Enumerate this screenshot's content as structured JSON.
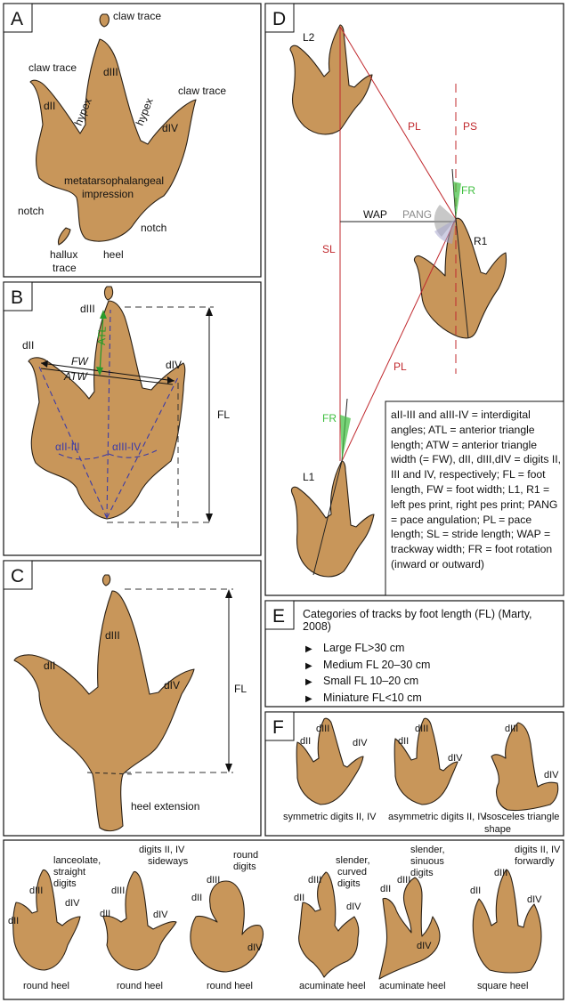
{
  "panels": {
    "a": {
      "letter": "A",
      "labels": {
        "claw_trace_top": "claw trace",
        "claw_trace_left": "claw trace",
        "claw_trace_right": "claw trace",
        "dII": "dII",
        "dIII": "dIII",
        "dIV": "dIV",
        "hypex_left": "hypex",
        "hypex_right": "hypex",
        "metatarsophalangeal_1": "metatarsophalangeal",
        "metatarsophalangeal_2": "impression",
        "notch_left": "notch",
        "notch_right": "notch",
        "hallux_1": "hallux",
        "hallux_2": "trace",
        "heel": "heel"
      }
    },
    "b": {
      "letter": "B",
      "labels": {
        "dII": "dII",
        "dIII": "dIII",
        "dIV": "dIV",
        "atl": "ATL",
        "fw": "FW",
        "atw": "ATW",
        "fl": "FL",
        "alpha_ii_iii": "αII-III",
        "alpha_iii_iv": "αIII-IV"
      }
    },
    "c": {
      "letter": "C",
      "labels": {
        "dII": "dII",
        "dIII": "dIII",
        "dIV": "dIV",
        "fl": "FL",
        "heel_extension": "heel extension"
      }
    },
    "d": {
      "letter": "D",
      "labels": {
        "l2": "L2",
        "l1": "L1",
        "r1": "R1",
        "pl_top": "PL",
        "pl_bottom": "PL",
        "ps": "PS",
        "fr_top": "FR",
        "fr_bottom": "FR",
        "wap": "WAP",
        "pang": "PANG",
        "sl": "SL"
      },
      "legend": "aII-III and aIII-IV = interdigital angles; ATL = anterior triangle length; ATW = anterior triangle width (= FW), dII, dIII,dIV = digits II, III and IV, respectively; FL = foot length, FW = foot width; L1, R1 = left pes print, right pes print; PANG = pace angulation; PL = pace length; SL = stride length; WAP = trackway width; FR = foot rotation (inward or outward)"
    },
    "e": {
      "letter": "E",
      "title": "Categories of tracks by foot length (FL) (Marty, 2008)",
      "categories": [
        "Large FL>30 cm",
        "Medium FL 20–30 cm",
        "Small FL 10–20 cm",
        "Miniature FL<10 cm"
      ]
    },
    "f": {
      "letter": "F",
      "row1": [
        {
          "caption": "symmetric digits II, IV",
          "dII": "dII",
          "dIII": "dIII",
          "dIV": "dIV"
        },
        {
          "caption": "asymmetric digits II, IV",
          "dII": "dII",
          "dIII": "dIII",
          "dIV": "dIV"
        },
        {
          "caption_1": "isosceles triangle",
          "caption_2": "shape",
          "dIII": "dIII",
          "dIV": "dIV"
        }
      ],
      "row2": [
        {
          "top_1": "lanceolate,",
          "top_2": "straight",
          "top_3": "digits",
          "heel": "round heel",
          "dII": "dII",
          "dIII": "dIII",
          "dIV": "dIV"
        },
        {
          "top_1": "digits II, IV",
          "top_2": "sideways",
          "heel": "round heel",
          "dII": "dII",
          "dIII": "dIII",
          "dIV": "dIV"
        },
        {
          "top_1": "round",
          "top_2": "digits",
          "heel": "round heel",
          "dII": "dII",
          "dIII": "dIII",
          "dIV": "dIV"
        },
        {
          "top_1": "slender,",
          "top_2": "curved",
          "top_3": "digits",
          "heel": "acuminate heel",
          "dII": "dII",
          "dIII": "dIII",
          "dIV": "dIV"
        },
        {
          "top_1": "slender,",
          "top_2": "sinuous",
          "top_3": "digits",
          "heel": "acuminate heel",
          "dII": "dII",
          "dIII": "dIII",
          "dIV": "dIV"
        },
        {
          "top_1": "digits II, IV",
          "top_2": "forwardly",
          "heel": "square heel",
          "dII": "dII",
          "dIII": "dIII",
          "dIV": "dIV"
        }
      ]
    }
  },
  "colors": {
    "track_fill": "#c8965a",
    "track_outline": "#2a2015",
    "measure_red": "#c0282d",
    "rotation_green": "#3fbf3f",
    "angle_blue": "#3a3aa8",
    "pang_grey": "#8a8a8a"
  }
}
